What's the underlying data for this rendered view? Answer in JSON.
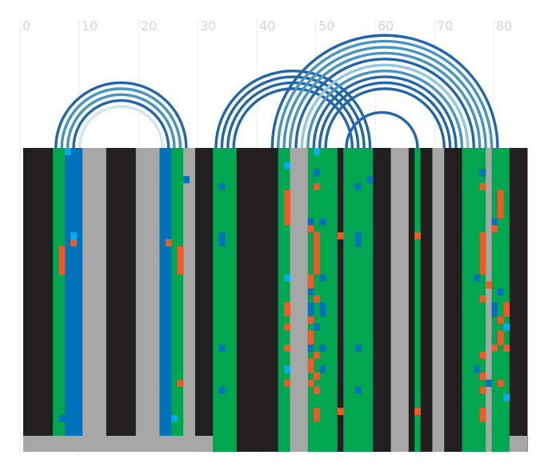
{
  "chart_data": {
    "type": "heatmap",
    "title": "",
    "xlabel": "",
    "ylabel": "",
    "x_range": [
      0,
      85
    ],
    "x_ticks": [
      0,
      10,
      20,
      30,
      40,
      50,
      60,
      70,
      80
    ],
    "grid": "vertical",
    "legend": "none",
    "colors": {
      "black": "#231f20",
      "gray": "#a7a7a7",
      "green": "#00a650",
      "blue": "#0072bc",
      "orange": "#f15a24",
      "cyan": "#00aeef",
      "arc_dark": "#2166ac",
      "arc_mid": "#4393c3",
      "arc_light": "#92c5de",
      "arc_pale": "#d1e5f0"
    },
    "column_segments": [
      {
        "start": 0,
        "end": 5,
        "color": "black"
      },
      {
        "start": 5,
        "end": 7,
        "color": "green"
      },
      {
        "start": 7,
        "end": 10,
        "color": "blue"
      },
      {
        "start": 10,
        "end": 14,
        "color": "gray"
      },
      {
        "start": 14,
        "end": 19,
        "color": "black"
      },
      {
        "start": 19,
        "end": 23,
        "color": "gray"
      },
      {
        "start": 23,
        "end": 25,
        "color": "blue"
      },
      {
        "start": 25,
        "end": 27,
        "color": "green"
      },
      {
        "start": 27,
        "end": 29,
        "color": "gray"
      },
      {
        "start": 29,
        "end": 32,
        "color": "black"
      },
      {
        "start": 32,
        "end": 36,
        "color": "green"
      },
      {
        "start": 36,
        "end": 43,
        "color": "black"
      },
      {
        "start": 43,
        "end": 45,
        "color": "green"
      },
      {
        "start": 45,
        "end": 48,
        "color": "gray"
      },
      {
        "start": 48,
        "end": 53,
        "color": "green"
      },
      {
        "start": 53,
        "end": 54,
        "color": "black"
      },
      {
        "start": 54,
        "end": 59,
        "color": "green"
      },
      {
        "start": 59,
        "end": 62,
        "color": "black"
      },
      {
        "start": 62,
        "end": 65,
        "color": "gray"
      },
      {
        "start": 65,
        "end": 66,
        "color": "black"
      },
      {
        "start": 66,
        "end": 67,
        "color": "green"
      },
      {
        "start": 67,
        "end": 69,
        "color": "black"
      },
      {
        "start": 69,
        "end": 71,
        "color": "gray"
      },
      {
        "start": 71,
        "end": 74,
        "color": "black"
      },
      {
        "start": 74,
        "end": 78,
        "color": "green"
      },
      {
        "start": 78,
        "end": 79,
        "color": "gray"
      },
      {
        "start": 79,
        "end": 82,
        "color": "green"
      },
      {
        "start": 82,
        "end": 85,
        "color": "black"
      }
    ],
    "rows": 41,
    "highlight_cells": [
      {
        "col": 7,
        "row": 0,
        "color": "cyan"
      },
      {
        "col": 49,
        "row": 0,
        "color": "cyan"
      },
      {
        "col": 44,
        "row": 2,
        "color": "cyan"
      },
      {
        "col": 49,
        "row": 3,
        "color": "blue"
      },
      {
        "col": 33,
        "row": 5,
        "color": "blue"
      },
      {
        "col": 49,
        "row": 5,
        "color": "orange"
      },
      {
        "col": 56,
        "row": 5,
        "color": "blue"
      },
      {
        "col": 27,
        "row": 4,
        "color": "blue"
      },
      {
        "col": 58,
        "row": 4,
        "color": "blue"
      },
      {
        "col": 77,
        "row": 3,
        "color": "blue"
      },
      {
        "col": 77,
        "row": 5,
        "color": "orange"
      },
      {
        "col": 44,
        "row": 6,
        "color": "orange"
      },
      {
        "col": 44,
        "row": 7,
        "color": "orange"
      },
      {
        "col": 44,
        "row": 8,
        "color": "orange"
      },
      {
        "col": 44,
        "row": 9,
        "color": "orange"
      },
      {
        "col": 44,
        "row": 10,
        "color": "orange"
      },
      {
        "col": 80,
        "row": 6,
        "color": "orange"
      },
      {
        "col": 80,
        "row": 7,
        "color": "orange"
      },
      {
        "col": 80,
        "row": 8,
        "color": "orange"
      },
      {
        "col": 80,
        "row": 9,
        "color": "orange"
      },
      {
        "col": 48,
        "row": 10,
        "color": "blue"
      },
      {
        "col": 50,
        "row": 10,
        "color": "blue"
      },
      {
        "col": 79,
        "row": 10,
        "color": "blue"
      },
      {
        "col": 48,
        "row": 11,
        "color": "orange"
      },
      {
        "col": 79,
        "row": 11,
        "color": "orange"
      },
      {
        "col": 8,
        "row": 12,
        "color": "cyan"
      },
      {
        "col": 8,
        "row": 13,
        "color": "orange"
      },
      {
        "col": 24,
        "row": 13,
        "color": "orange"
      },
      {
        "col": 33,
        "row": 12,
        "color": "blue"
      },
      {
        "col": 33,
        "row": 13,
        "color": "blue"
      },
      {
        "col": 49,
        "row": 12,
        "color": "orange"
      },
      {
        "col": 53,
        "row": 12,
        "color": "orange"
      },
      {
        "col": 56,
        "row": 12,
        "color": "blue"
      },
      {
        "col": 56,
        "row": 13,
        "color": "blue"
      },
      {
        "col": 66,
        "row": 12,
        "color": "orange"
      },
      {
        "col": 77,
        "row": 12,
        "color": "orange"
      },
      {
        "col": 6,
        "row": 14,
        "color": "orange"
      },
      {
        "col": 6,
        "row": 15,
        "color": "orange"
      },
      {
        "col": 6,
        "row": 16,
        "color": "orange"
      },
      {
        "col": 6,
        "row": 17,
        "color": "orange"
      },
      {
        "col": 26,
        "row": 14,
        "color": "orange"
      },
      {
        "col": 26,
        "row": 15,
        "color": "orange"
      },
      {
        "col": 26,
        "row": 16,
        "color": "orange"
      },
      {
        "col": 26,
        "row": 17,
        "color": "orange"
      },
      {
        "col": 49,
        "row": 13,
        "color": "orange"
      },
      {
        "col": 49,
        "row": 14,
        "color": "orange"
      },
      {
        "col": 49,
        "row": 15,
        "color": "orange"
      },
      {
        "col": 49,
        "row": 16,
        "color": "orange"
      },
      {
        "col": 49,
        "row": 17,
        "color": "orange"
      },
      {
        "col": 77,
        "row": 13,
        "color": "orange"
      },
      {
        "col": 77,
        "row": 14,
        "color": "orange"
      },
      {
        "col": 77,
        "row": 15,
        "color": "orange"
      },
      {
        "col": 77,
        "row": 16,
        "color": "orange"
      },
      {
        "col": 77,
        "row": 17,
        "color": "orange"
      },
      {
        "col": 44,
        "row": 18,
        "color": "cyan"
      },
      {
        "col": 48,
        "row": 18,
        "color": "orange"
      },
      {
        "col": 48,
        "row": 19,
        "color": "orange"
      },
      {
        "col": 50,
        "row": 18,
        "color": "blue"
      },
      {
        "col": 76,
        "row": 18,
        "color": "blue"
      },
      {
        "col": 78,
        "row": 19,
        "color": "orange"
      },
      {
        "col": 48,
        "row": 20,
        "color": "blue"
      },
      {
        "col": 80,
        "row": 20,
        "color": "blue"
      },
      {
        "col": 49,
        "row": 21,
        "color": "orange"
      },
      {
        "col": 77,
        "row": 21,
        "color": "orange"
      },
      {
        "col": 44,
        "row": 22,
        "color": "orange"
      },
      {
        "col": 44,
        "row": 23,
        "color": "orange"
      },
      {
        "col": 48,
        "row": 22,
        "color": "blue"
      },
      {
        "col": 48,
        "row": 23,
        "color": "blue"
      },
      {
        "col": 50,
        "row": 22,
        "color": "blue"
      },
      {
        "col": 50,
        "row": 23,
        "color": "blue"
      },
      {
        "col": 79,
        "row": 22,
        "color": "blue"
      },
      {
        "col": 79,
        "row": 23,
        "color": "blue"
      },
      {
        "col": 81,
        "row": 22,
        "color": "orange"
      },
      {
        "col": 81,
        "row": 23,
        "color": "orange"
      },
      {
        "col": 48,
        "row": 24,
        "color": "orange"
      },
      {
        "col": 80,
        "row": 24,
        "color": "orange"
      },
      {
        "col": 44,
        "row": 25,
        "color": "orange"
      },
      {
        "col": 81,
        "row": 25,
        "color": "cyan"
      },
      {
        "col": 49,
        "row": 25,
        "color": "blue"
      },
      {
        "col": 48,
        "row": 26,
        "color": "orange"
      },
      {
        "col": 48,
        "row": 27,
        "color": "orange"
      },
      {
        "col": 80,
        "row": 26,
        "color": "orange"
      },
      {
        "col": 80,
        "row": 27,
        "color": "orange"
      },
      {
        "col": 33,
        "row": 28,
        "color": "blue"
      },
      {
        "col": 44,
        "row": 28,
        "color": "orange"
      },
      {
        "col": 48,
        "row": 28,
        "color": "blue"
      },
      {
        "col": 50,
        "row": 28,
        "color": "blue"
      },
      {
        "col": 56,
        "row": 28,
        "color": "blue"
      },
      {
        "col": 79,
        "row": 28,
        "color": "orange"
      },
      {
        "col": 81,
        "row": 28,
        "color": "orange"
      },
      {
        "col": 49,
        "row": 29,
        "color": "orange"
      },
      {
        "col": 77,
        "row": 29,
        "color": "orange"
      },
      {
        "col": 48,
        "row": 30,
        "color": "orange"
      },
      {
        "col": 48,
        "row": 31,
        "color": "orange"
      },
      {
        "col": 44,
        "row": 31,
        "color": "cyan"
      },
      {
        "col": 50,
        "row": 31,
        "color": "blue"
      },
      {
        "col": 76,
        "row": 31,
        "color": "blue"
      },
      {
        "col": 49,
        "row": 32,
        "color": "orange"
      },
      {
        "col": 77,
        "row": 32,
        "color": "orange"
      },
      {
        "col": 26,
        "row": 33,
        "color": "orange"
      },
      {
        "col": 44,
        "row": 33,
        "color": "orange"
      },
      {
        "col": 48,
        "row": 33,
        "color": "orange"
      },
      {
        "col": 78,
        "row": 33,
        "color": "blue"
      },
      {
        "col": 80,
        "row": 33,
        "color": "orange"
      },
      {
        "col": 33,
        "row": 34,
        "color": "blue"
      },
      {
        "col": 49,
        "row": 34,
        "color": "orange"
      },
      {
        "col": 56,
        "row": 34,
        "color": "blue"
      },
      {
        "col": 77,
        "row": 34,
        "color": "orange"
      },
      {
        "col": 81,
        "row": 35,
        "color": "cyan"
      },
      {
        "col": 7,
        "row": 37,
        "color": "blue"
      },
      {
        "col": 49,
        "row": 37,
        "color": "orange"
      },
      {
        "col": 49,
        "row": 38,
        "color": "orange"
      },
      {
        "col": 53,
        "row": 37,
        "color": "orange"
      },
      {
        "col": 66,
        "row": 37,
        "color": "orange"
      },
      {
        "col": 77,
        "row": 37,
        "color": "orange"
      },
      {
        "col": 77,
        "row": 38,
        "color": "orange"
      },
      {
        "col": 6,
        "row": 38,
        "color": "blue"
      },
      {
        "col": 25,
        "row": 38,
        "color": "cyan"
      }
    ],
    "arcs": [
      {
        "center": 16.5,
        "radius": 11,
        "color": "arc_dark"
      },
      {
        "center": 16.5,
        "radius": 10,
        "color": "arc_mid"
      },
      {
        "center": 16.5,
        "radius": 9,
        "color": "arc_mid"
      },
      {
        "center": 16.5,
        "radius": 8,
        "color": "arc_dark"
      },
      {
        "center": 16.5,
        "radius": 7,
        "color": "arc_pale"
      },
      {
        "center": 45.5,
        "radius": 13,
        "color": "arc_dark"
      },
      {
        "center": 45.5,
        "radius": 12,
        "color": "arc_dark"
      },
      {
        "center": 45.5,
        "radius": 11,
        "color": "arc_dark"
      },
      {
        "center": 45.5,
        "radius": 10,
        "color": "arc_dark"
      },
      {
        "center": 61,
        "radius": 19,
        "color": "arc_dark"
      },
      {
        "center": 61,
        "radius": 18,
        "color": "arc_mid"
      },
      {
        "center": 61,
        "radius": 17,
        "color": "arc_mid"
      },
      {
        "center": 61,
        "radius": 16,
        "color": "arc_mid"
      },
      {
        "center": 61,
        "radius": 15,
        "color": "arc_dark"
      },
      {
        "center": 61,
        "radius": 14,
        "color": "arc_light"
      },
      {
        "center": 61,
        "radius": 13,
        "color": "arc_mid"
      },
      {
        "center": 61,
        "radius": 12,
        "color": "arc_dark"
      },
      {
        "center": 61,
        "radius": 11,
        "color": "arc_dark"
      },
      {
        "center": 61,
        "radius": 10,
        "color": "arc_dark"
      },
      {
        "center": 60.5,
        "radius": 6,
        "color": "arc_dark"
      }
    ]
  }
}
